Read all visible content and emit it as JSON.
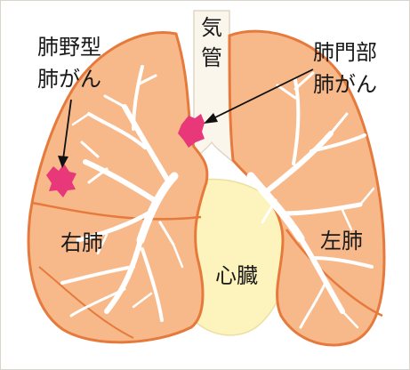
{
  "labels": {
    "peripheral_line1": "肺野型",
    "peripheral_line2": "肺がん",
    "hilar_line1": "肺門部",
    "hilar_line2": "肺がん",
    "trachea_char1": "気",
    "trachea_char2": "管",
    "right_lung": "右肺",
    "left_lung": "左肺",
    "heart": "心臓"
  },
  "colors": {
    "lung_fill": "#f7b98a",
    "lung_outline": "#e67a3c",
    "bronchi": "#ffffff",
    "heart_fill": "#fdf3bd",
    "tumor": "#e8387a",
    "trachea_fill": "#fbf6ec",
    "border": "#d9d4cc"
  }
}
